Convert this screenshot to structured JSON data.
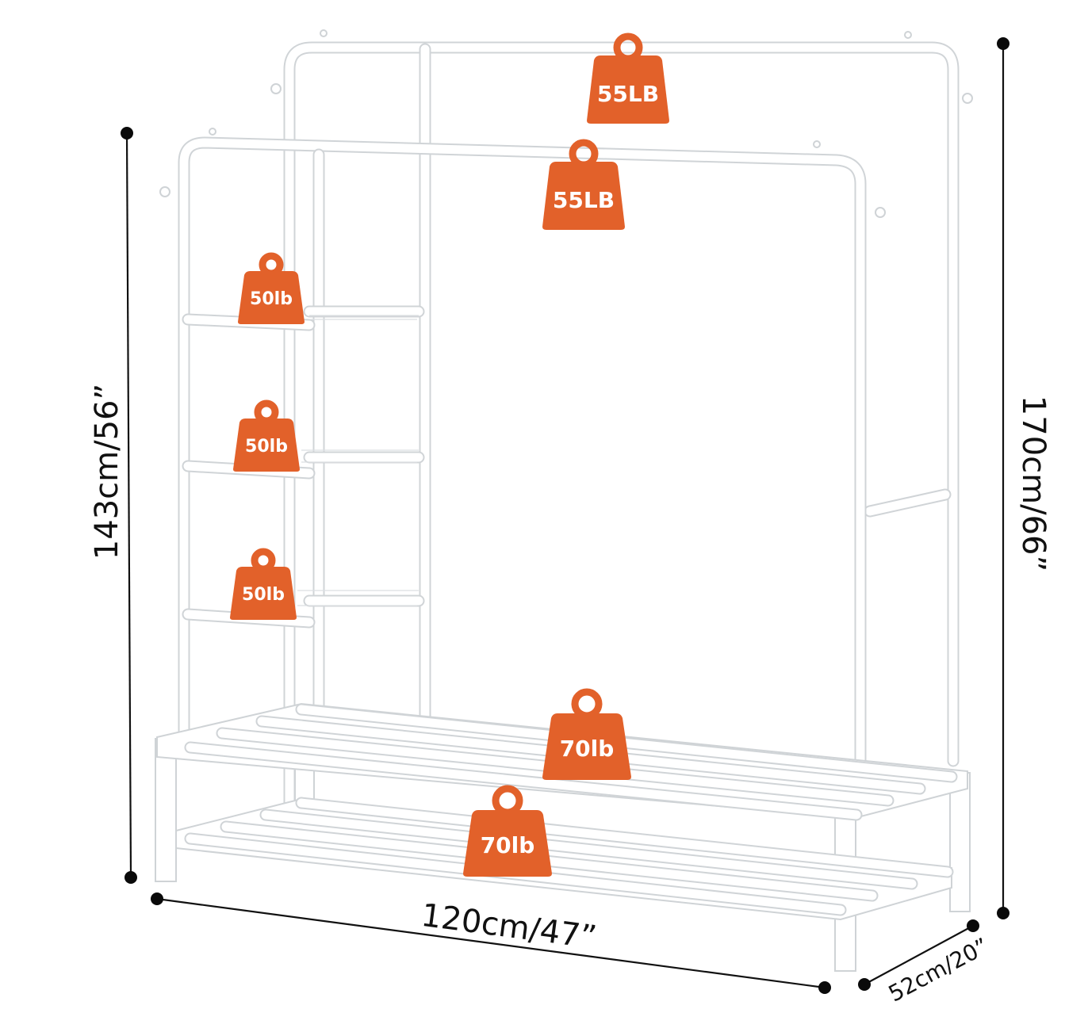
{
  "dimensions": {
    "total_height": "170cm/66”",
    "front_height": "143cm/56”",
    "width": "120cm/47”",
    "depth": "52cm/20”"
  },
  "weights": {
    "rear_rail": "55LB",
    "front_rail": "55LB",
    "shelf_top": "50lb",
    "shelf_middle": "50lb",
    "shelf_bottom": "50lb",
    "upper_shoe_rack": "70lb",
    "lower_shoe_rack": "70lb"
  },
  "colors": {
    "weight_accent": "#e2612a",
    "frame": "#ffffff",
    "frame_outline": "#cfd3d6",
    "dimension_line": "#111111"
  }
}
